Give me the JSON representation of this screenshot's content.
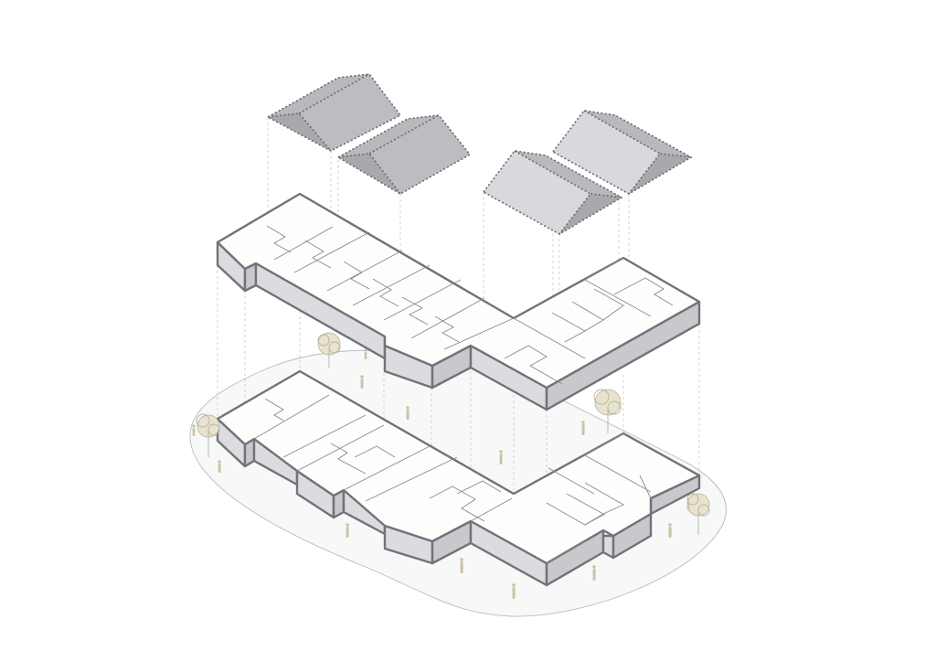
{
  "diagram": {
    "kind": "exploded isometric building diagram",
    "levels": [
      {
        "id": "roof",
        "elements": [
          "roof-module-1",
          "roof-module-2",
          "roof-module-3",
          "roof-module-4"
        ]
      },
      {
        "id": "upper-floor-plate"
      },
      {
        "id": "ground-floor-plate"
      },
      {
        "id": "site-boundary"
      }
    ],
    "entourage": {
      "trees": 4,
      "people": 13
    },
    "colors": {
      "outline": "#737278",
      "roof_light": "#d9d8dc",
      "roof_dark": "#b9b8bd",
      "slab_top": "#fdfdfc",
      "slab_side": "#dcdbdf",
      "site": "#f7f8f8",
      "entourage": "#c9c3a6"
    }
  }
}
